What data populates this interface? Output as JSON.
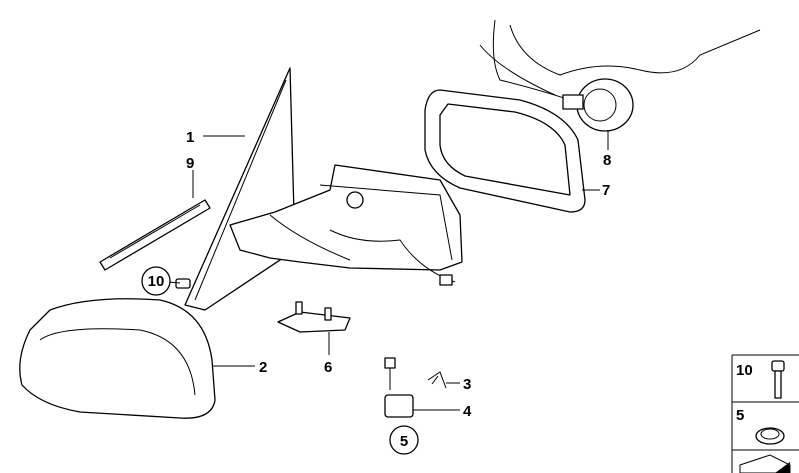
{
  "callouts": {
    "c1": "1",
    "c2": "2",
    "c3": "3",
    "c4": "4",
    "c5": "5",
    "c6": "6",
    "c7": "7",
    "c8": "8",
    "c9": "9",
    "c10": "10"
  },
  "legend": {
    "items": [
      {
        "number": "10",
        "icon": "screw-icon"
      },
      {
        "number": "5",
        "icon": "washer-ring-icon"
      }
    ]
  }
}
